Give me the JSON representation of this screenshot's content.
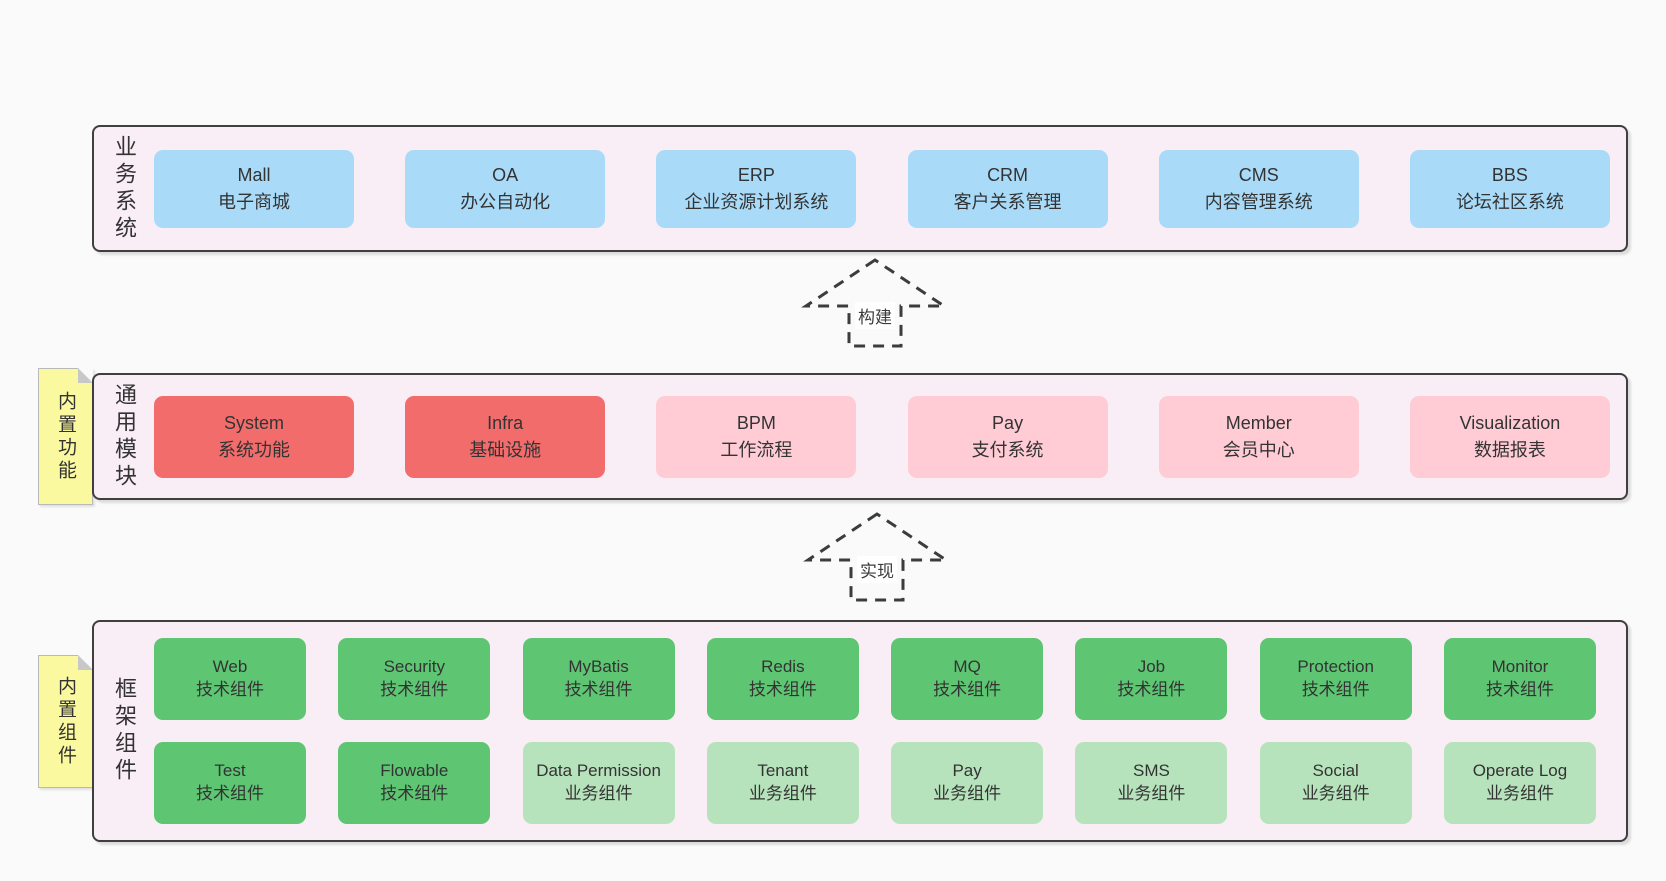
{
  "colors": {
    "background": "#fafafa",
    "container_fill": "#f9edf6",
    "container_border": "#3f3f3f",
    "blue_box": "#a9dbf8",
    "red_box": "#f26c6c",
    "pink_box": "#ffccd6",
    "green_box": "#5ec573",
    "light_green_box": "#b7e3bc",
    "sticky_yellow": "#fbf9a0",
    "text": "#333333"
  },
  "arrows": [
    {
      "label": "构建"
    },
    {
      "label": "实现"
    }
  ],
  "sections": [
    {
      "side_label": "业务系统",
      "boxes": [
        {
          "title": "Mall",
          "subtitle": "电子商城"
        },
        {
          "title": "OA",
          "subtitle": "办公自动化"
        },
        {
          "title": "ERP",
          "subtitle": "企业资源计划系统"
        },
        {
          "title": "CRM",
          "subtitle": "客户关系管理"
        },
        {
          "title": "CMS",
          "subtitle": "内容管理系统"
        },
        {
          "title": "BBS",
          "subtitle": "论坛社区系统"
        }
      ]
    },
    {
      "side_label": "通用模块",
      "sticky_label": "内置功能",
      "boxes": [
        {
          "title": "System",
          "subtitle": "系统功能"
        },
        {
          "title": "Infra",
          "subtitle": "基础设施"
        },
        {
          "title": "BPM",
          "subtitle": "工作流程"
        },
        {
          "title": "Pay",
          "subtitle": "支付系统"
        },
        {
          "title": "Member",
          "subtitle": "会员中心"
        },
        {
          "title": "Visualization",
          "subtitle": "数据报表"
        }
      ]
    },
    {
      "side_label": "框架组件",
      "sticky_label": "内置组件",
      "rows": [
        [
          {
            "title": "Web",
            "subtitle": "技术组件"
          },
          {
            "title": "Security",
            "subtitle": "技术组件"
          },
          {
            "title": "MyBatis",
            "subtitle": "技术组件"
          },
          {
            "title": "Redis",
            "subtitle": "技术组件"
          },
          {
            "title": "MQ",
            "subtitle": "技术组件"
          },
          {
            "title": "Job",
            "subtitle": "技术组件"
          },
          {
            "title": "Protection",
            "subtitle": "技术组件"
          },
          {
            "title": "Monitor",
            "subtitle": "技术组件"
          }
        ],
        [
          {
            "title": "Test",
            "subtitle": "技术组件"
          },
          {
            "title": "Flowable",
            "subtitle": "技术组件"
          },
          {
            "title": "Data Permission",
            "subtitle": "业务组件"
          },
          {
            "title": "Tenant",
            "subtitle": "业务组件"
          },
          {
            "title": "Pay",
            "subtitle": "业务组件"
          },
          {
            "title": "SMS",
            "subtitle": "业务组件"
          },
          {
            "title": "Social",
            "subtitle": "业务组件"
          },
          {
            "title": "Operate Log",
            "subtitle": "业务组件"
          }
        ]
      ]
    }
  ]
}
